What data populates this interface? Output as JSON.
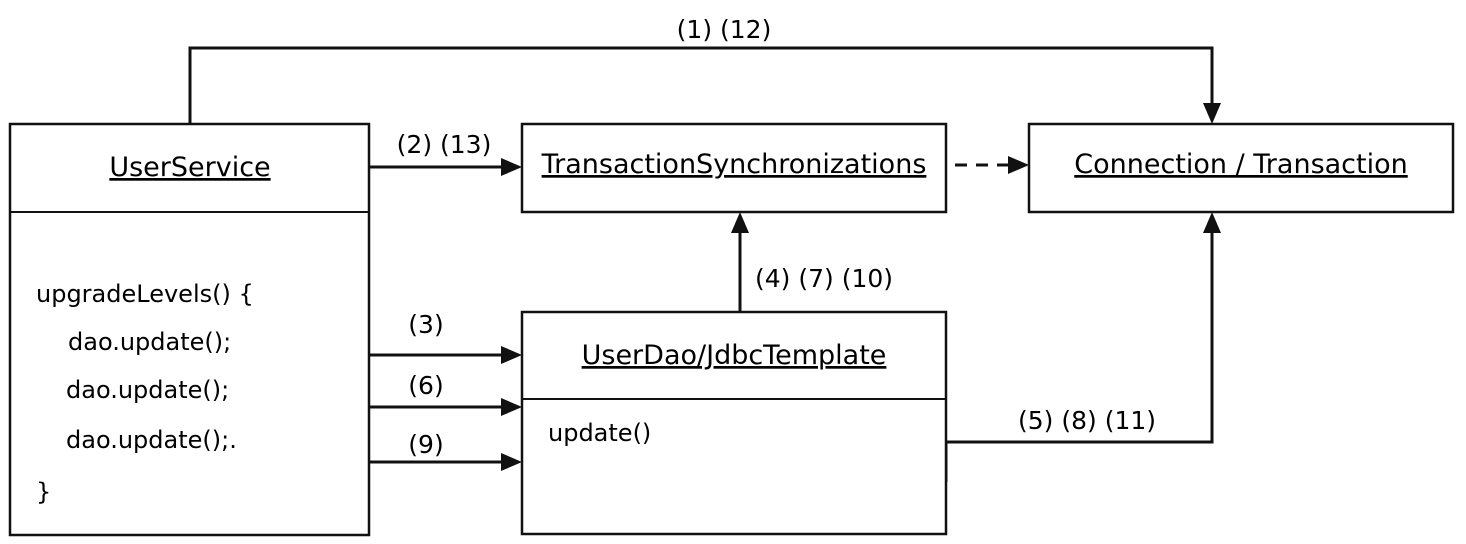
{
  "boxes": {
    "user_service": {
      "title": "UserService",
      "code_lines": [
        "upgradeLevels() {",
        "dao.update();",
        "dao.update();",
        "dao.update();.",
        "}"
      ]
    },
    "sync": {
      "title": "TransactionSynchronizations"
    },
    "connection": {
      "title": "Connection / Transaction"
    },
    "dao": {
      "title": "UserDao/JdbcTemplate",
      "method": "update()"
    }
  },
  "edges": {
    "service_to_connection": "(1) (12)",
    "service_to_sync": "(2) (13)",
    "call_1": "(3)",
    "call_2": "(6)",
    "call_3": "(9)",
    "dao_to_sync": "(4) (7) (10)",
    "dao_to_connection": "(5) (8) (11)"
  }
}
